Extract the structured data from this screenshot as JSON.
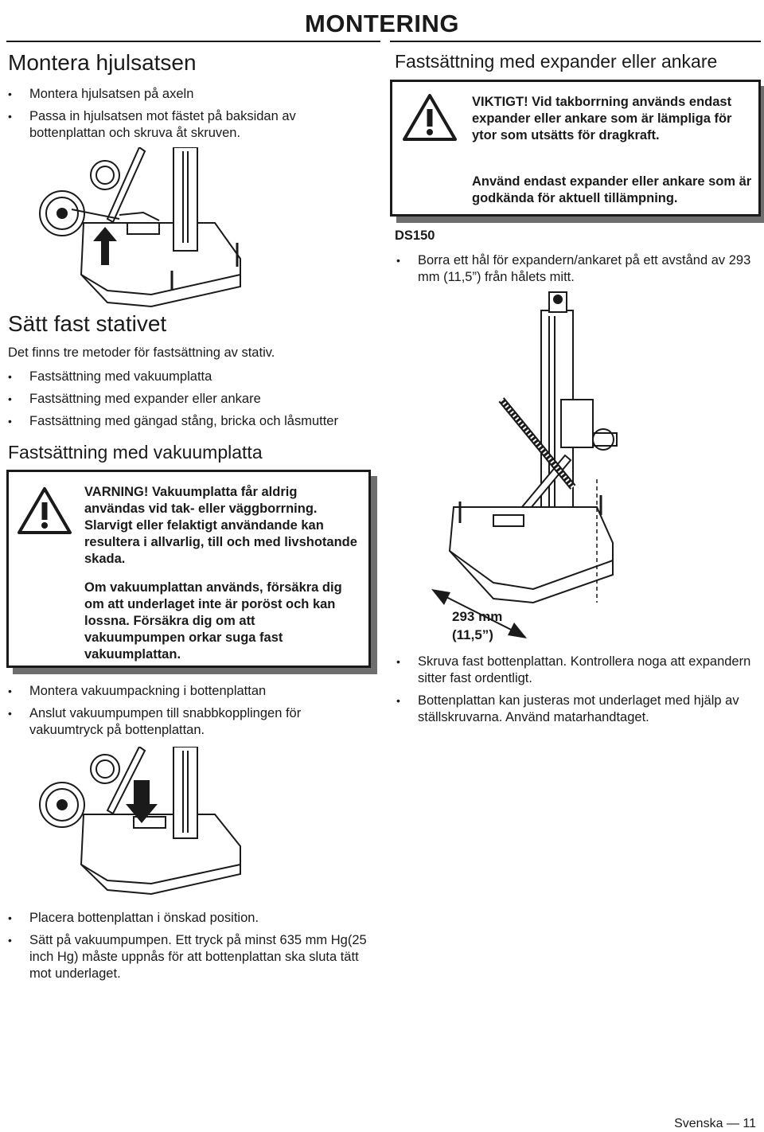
{
  "header": {
    "title": "MONTERING"
  },
  "left": {
    "section1": {
      "heading": "Montera hjulsatsen",
      "bullets": [
        "Montera hjulsatsen på axeln",
        "Passa in hjulsatsen mot fästet på baksidan av bottenplattan och skruva åt skruven."
      ]
    },
    "section2": {
      "heading": "Sätt fast stativet",
      "intro": "Det finns tre metoder för fastsättning av stativ.",
      "bullets": [
        "Fastsättning med vakuumplatta",
        "Fastsättning med expander eller ankare",
        "Fastsättning med gängad stång, bricka och låsmutter"
      ]
    },
    "section3": {
      "heading": "Fastsättning med vakuumplatta",
      "warning": {
        "para1": "VARNING! Vakuumplatta får aldrig användas vid tak- eller väggborrning. Slarvigt eller felaktigt användande kan resultera i allvarlig, till och med livshotande skada.",
        "para2": "Om vakuumplattan används, försäkra dig om att underlaget inte är poröst och kan lossna. Försäkra dig om att vakuumpumpen orkar suga fast vakuumplattan."
      },
      "bullets": [
        "Montera vakuumpackning i bottenplattan",
        "Anslut vakuumpumpen till snabbkopplingen för vakuumtryck på bottenplattan."
      ],
      "bullets_after": [
        "Placera bottenplattan i önskad position.",
        "Sätt på vakuumpumpen. Ett tryck på minst 635 mm Hg(25 inch Hg) måste uppnås för att bottenplattan ska sluta tätt mot underlaget."
      ]
    }
  },
  "right": {
    "heading": "Fastsättning med expander eller ankare",
    "warning": {
      "para1": "VIKTIGT! Vid takborrning används endast expander eller ankare som är lämpliga för ytor som utsätts för dragkraft.",
      "para2": "Använd endast expander eller ankare som är godkända för aktuell tillämpning."
    },
    "model": "DS150",
    "bullet_top": "Borra ett hål för expandern/ankaret på ett avstånd av 293 mm (11,5”) från hålets mitt.",
    "dim_line1": "293 mm",
    "dim_line2": "(11,5”)",
    "bullets": [
      "Skruva fast bottenplattan. Kontrollera noga att expandern sitter fast ordentligt.",
      "Bottenplattan kan justeras mot underlaget med hjälp av ställskruvarna. Använd matarhandtaget."
    ]
  },
  "footer": {
    "lang": "Svenska",
    "dash": "—",
    "page": "11"
  }
}
